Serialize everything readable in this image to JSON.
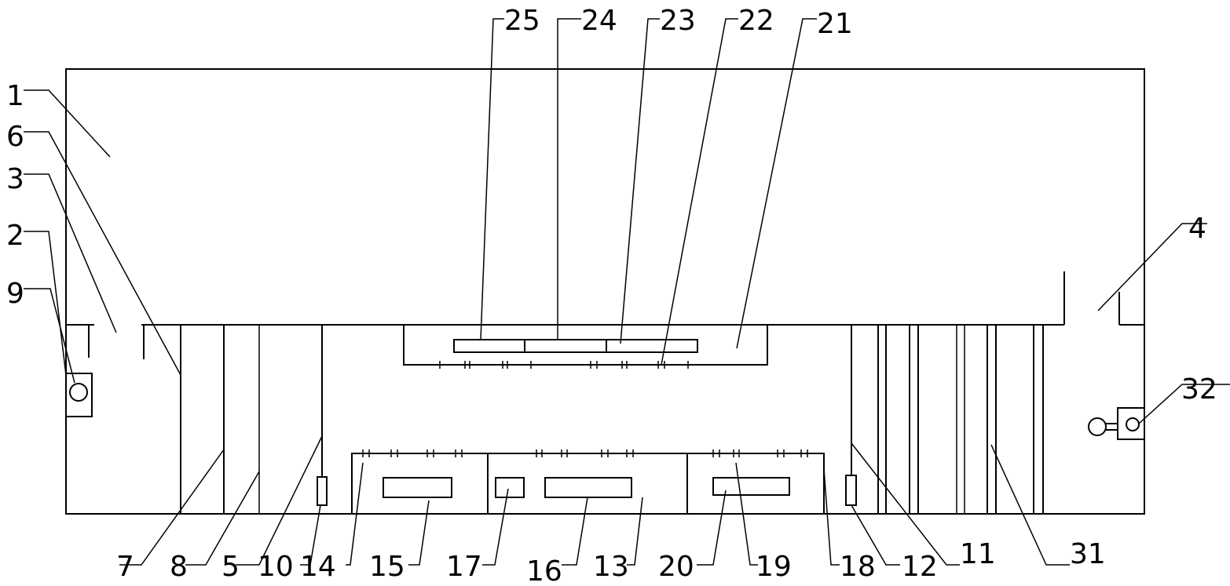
{
  "labels": {
    "l1": "1",
    "l2": "2",
    "l3": "3",
    "l4": "4",
    "l5": "5",
    "l6": "6",
    "l7": "7",
    "l8": "8",
    "l9": "9",
    "l10": "10",
    "l11": "11",
    "l12": "12",
    "l13": "13",
    "l14": "14",
    "l15": "15",
    "l16": "16",
    "l17": "17",
    "l18": "18",
    "l19": "19",
    "l20": "20",
    "l21": "21",
    "l22": "22",
    "l23": "23",
    "l24": "24",
    "l25": "25",
    "l31": "31",
    "l32": "32"
  }
}
